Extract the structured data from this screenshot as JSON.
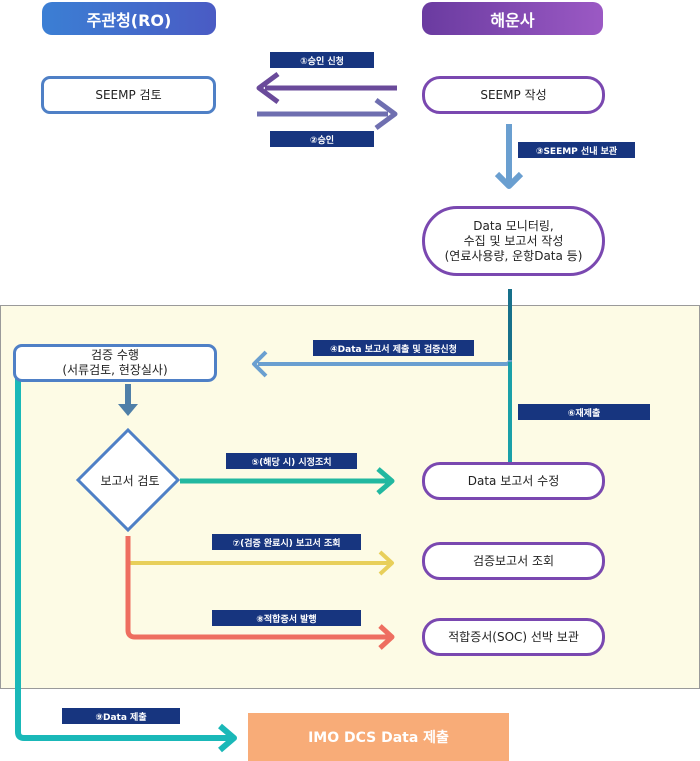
{
  "headers": {
    "ro": "주관청(RO)",
    "shipping": "해운사"
  },
  "nodes": {
    "seemp_review": "SEEMP 검토",
    "seemp_write": "SEEMP 작성",
    "monitoring_l1": "Data 모니터링,",
    "monitoring_l2": "수집 및 보고서 작성",
    "monitoring_l3": "(연료사용량, 운항Data 등)",
    "verify_l1": "검증 수행",
    "verify_l2": "(서류검토, 현장실사)",
    "report_review": "보고서 검토",
    "report_revise": "Data 보고서 수정",
    "verification_report": "검증보고서 조회",
    "soc_keep": "적합증서(SOC) 선박 보관",
    "imo_submit": "IMO DCS Data 제출"
  },
  "tags": {
    "t1": "①승인 신청",
    "t2": "②승인",
    "t3": "③SEEMP 선내 보관",
    "t4": "④Data 보고서 제출 및 검증신청",
    "t5": "⑤(해당 시) 시정조치",
    "t6": "⑥재제출",
    "t7": "⑦(검증 완료시) 보고서 조회",
    "t8": "⑧적합증서 발행",
    "t9": "⑨Data 제출"
  },
  "colors": {
    "ro_header": "#3b7fd4",
    "shipping_header": "#7a48b0",
    "arrow_request": "#6a4a9a",
    "arrow_approve": "#6f6fb0",
    "arrow_blue": "#6a9fd0",
    "arrow_teal": "#1aa0a8",
    "arrow_green": "#22b8a0",
    "arrow_yellow": "#e8cf5a",
    "arrow_red": "#ee6e60",
    "tag_bg": "#17357f",
    "imo_bg": "#f8ac78"
  }
}
